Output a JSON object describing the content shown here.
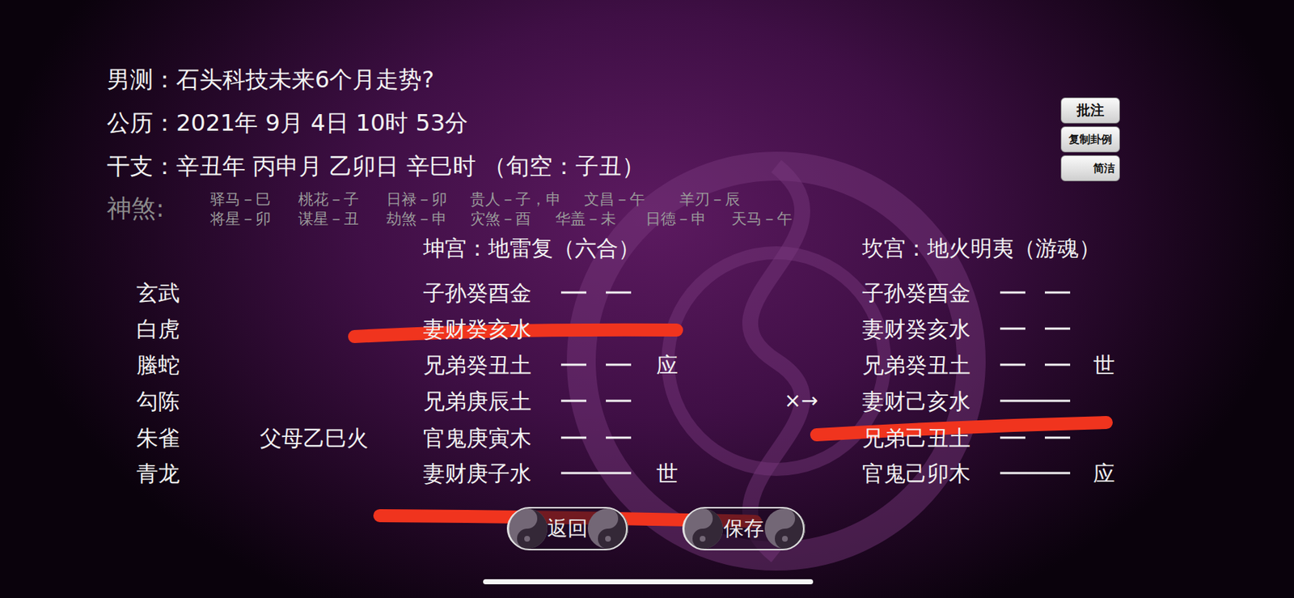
{
  "diagram": {
    "title": "男测：石头科技未来6个月走势?",
    "nodes": [
      {
        "text": [
          "批注"
        ]
      },
      {
        "text": [
          "复制卦例"
        ]
      },
      {
        "text": [
          "简洁"
        ]
      },
      {
        "text": [
          "返回"
        ]
      },
      {
        "text": [
          "保存"
        ]
      }
    ],
    "labels": [
      "公历：2021年 9月 4日 10时 53分",
      "干支：辛丑年 丙申月 乙卯日 辛巳时 （旬空：子丑）",
      "神煞:",
      "驿马－巳",
      "桃花－子",
      "日禄－卯",
      "贵人－子，申",
      "文昌－午",
      "羊刃－辰",
      "将星－卯",
      "谋星－丑",
      "劫煞－申",
      "灾煞－酉",
      "华盖－未",
      "日德－申",
      "天马－午",
      "坤宫：地雷复（六合）",
      "坎宫：地火明夷（游魂）",
      "玄武",
      "白虎",
      "螣蛇",
      "勾陈",
      "朱雀",
      "青龙",
      "父母乙巳火",
      "子孙癸酉金",
      "妻财癸亥水",
      "兄弟癸丑土",
      "兄弟庚辰土",
      "官鬼庚寅木",
      "妻财庚子水",
      "应",
      "世",
      "×→",
      "子孙癸酉金",
      "妻财癸亥水",
      "兄弟癸丑土",
      "妻财己亥水",
      "兄弟己丑土",
      "官鬼己卯木",
      "世",
      "应"
    ]
  }
}
